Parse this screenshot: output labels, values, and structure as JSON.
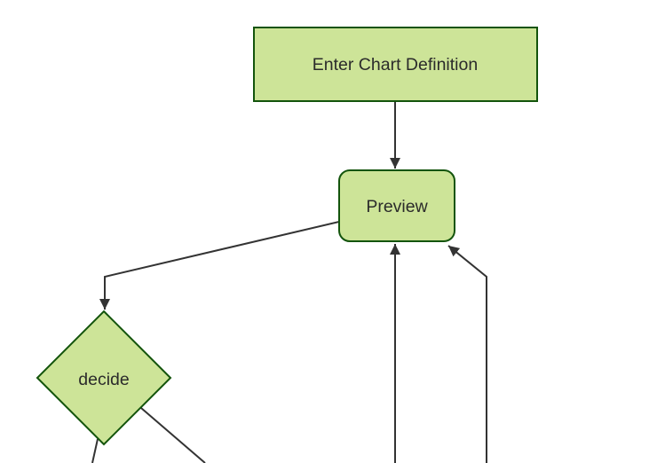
{
  "diagram": {
    "type": "flowchart",
    "direction": "top-down",
    "theme": {
      "background": "#ffffff",
      "node_fill": "#cde498",
      "node_border": "#13540c",
      "edge_color": "#333333",
      "arrowhead_color": "#333333",
      "text_color": "#2b2b2b"
    },
    "nodes": [
      {
        "id": "A",
        "label": "Enter Chart Definition",
        "shape": "rectangle"
      },
      {
        "id": "B",
        "label": "Preview",
        "shape": "rounded-rectangle"
      },
      {
        "id": "C",
        "label": "decide",
        "shape": "diamond"
      }
    ],
    "edges": [
      {
        "from": "Enter Chart Definition",
        "to": "Preview",
        "arrowhead": true
      },
      {
        "from": "Preview",
        "to": "decide",
        "arrowhead": true
      },
      {
        "from": "decide",
        "to": "offscreen-bottom-left",
        "arrowhead": false
      },
      {
        "from": "decide",
        "to": "offscreen-bottom-right",
        "arrowhead": false
      },
      {
        "from": "offscreen-bottom",
        "to": "Preview",
        "arrowhead": true
      },
      {
        "from": "offscreen-bottom-right",
        "to": "Preview",
        "arrowhead": true
      }
    ]
  }
}
